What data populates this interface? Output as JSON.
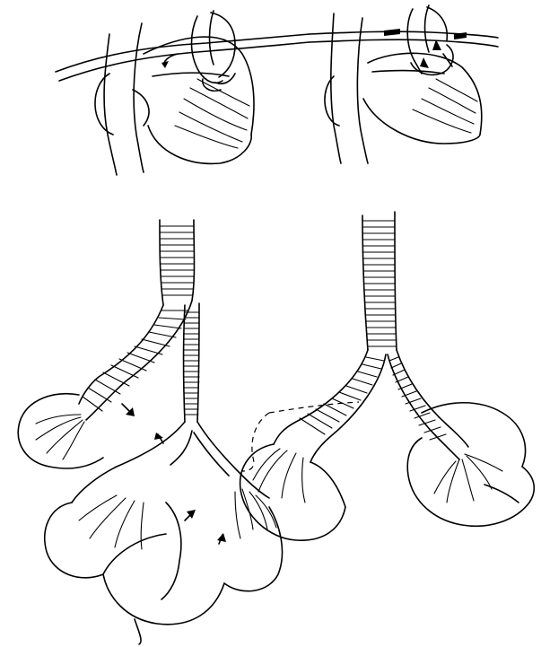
{
  "figure": {
    "background": "#ffffff",
    "ink": "#000000",
    "panels": [
      {
        "id": "top-left",
        "content": "heart-great-vessels-sketch"
      },
      {
        "id": "top-right",
        "content": "heart-great-vessels-sketch-with-arrows"
      },
      {
        "id": "bottom-left",
        "content": "trachea-bronchi-lungs-sketch"
      },
      {
        "id": "bottom-right",
        "content": "trachea-bronchi-lungs-sketch"
      }
    ]
  }
}
